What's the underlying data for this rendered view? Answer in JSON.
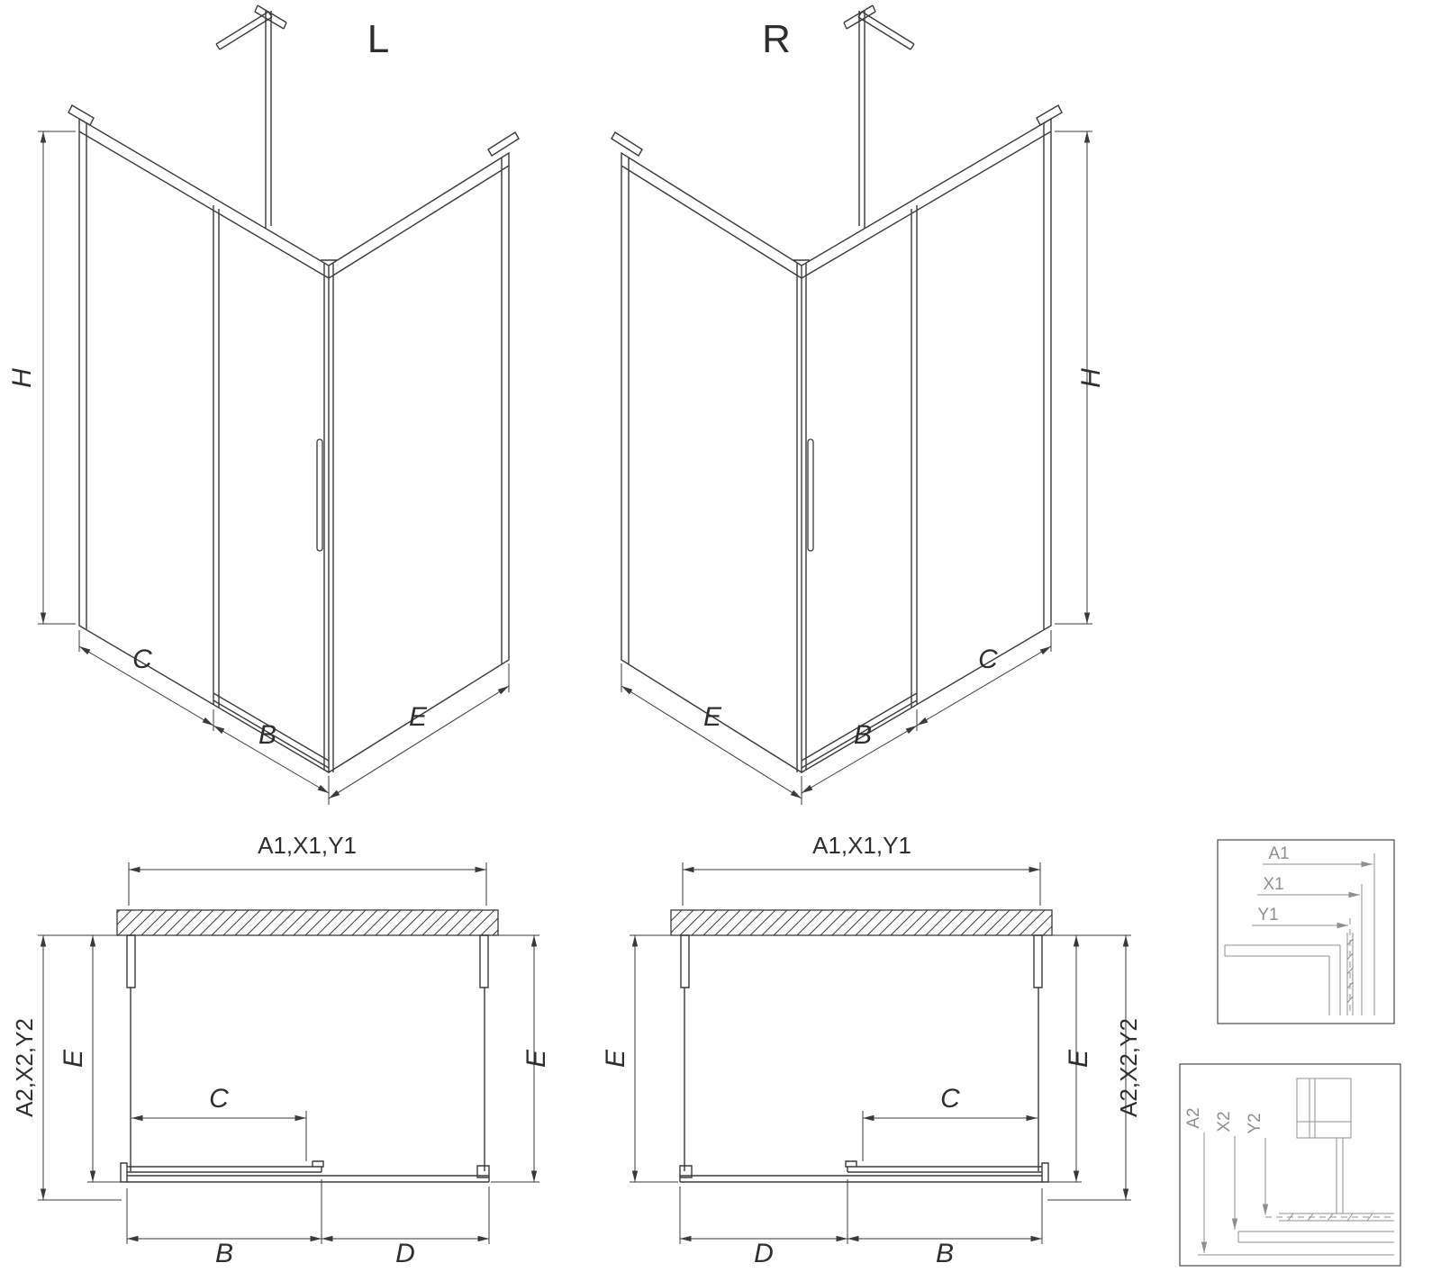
{
  "drawing": {
    "iso_left": {
      "variant": "L",
      "h": "H",
      "c": "C",
      "b": "B",
      "e": "E"
    },
    "iso_right": {
      "variant": "R",
      "h": "H",
      "c": "C",
      "b": "B",
      "e": "E"
    },
    "plan_left": {
      "top": "A1,X1,Y1",
      "left_outer": "A2,X2,Y2",
      "left_inner": "E",
      "right": "E",
      "c": "C",
      "b": "B",
      "d": "D"
    },
    "plan_right": {
      "top": "A1,X1,Y1",
      "left": "E",
      "right_inner": "E",
      "right_outer": "A2,X2,Y2",
      "c": "C",
      "d": "D",
      "b": "B"
    },
    "detail_top": {
      "a": "A1",
      "x": "X1",
      "y": "Y1"
    },
    "detail_bottom": {
      "a": "A2",
      "x": "X2",
      "y": "Y2"
    }
  },
  "colors": {
    "line": "#3a3a3a",
    "detail_line": "#8f8f8f",
    "background": "#ffffff"
  }
}
